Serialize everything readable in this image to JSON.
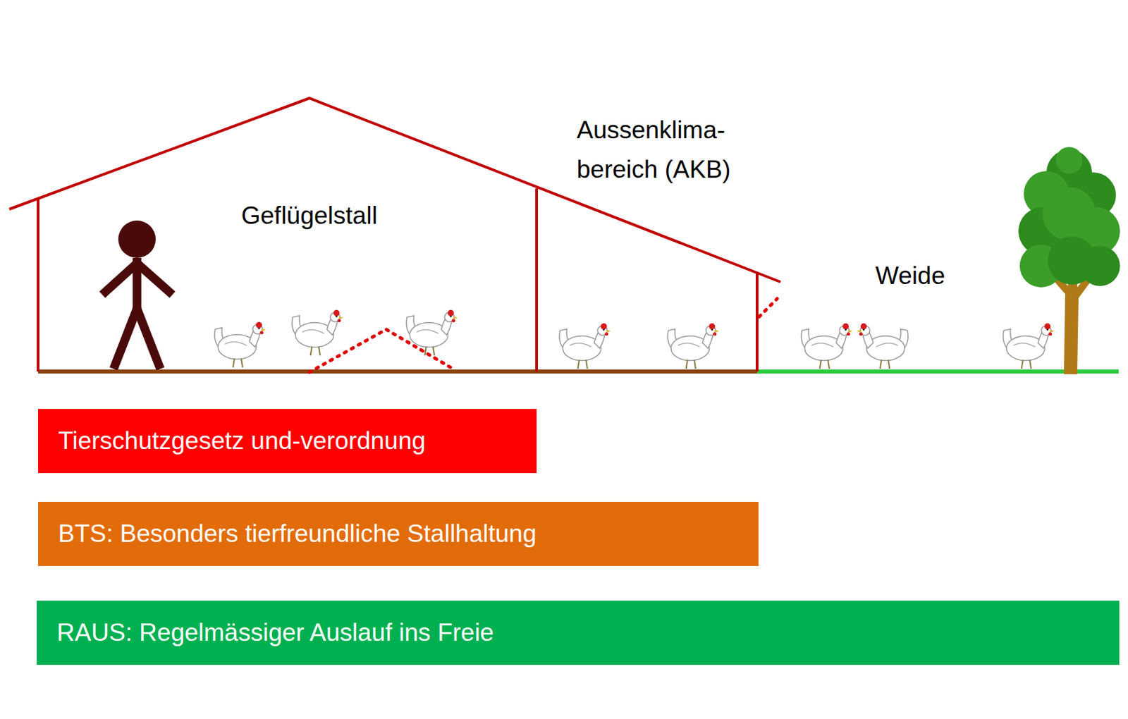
{
  "diagram": {
    "nodes": [
      {
        "text": [
          "Tierschutzgesetz und-verordnung"
        ]
      },
      {
        "text": [
          "BTS: Besonders tierfreundliche Stallhaltung"
        ]
      },
      {
        "text": [
          "RAUS: Regelmässiger Auslauf ins Freie"
        ]
      }
    ],
    "labels": [
      "Geflügelstall",
      "Aussenklima- bereich (AKB)",
      "Weide"
    ]
  }
}
